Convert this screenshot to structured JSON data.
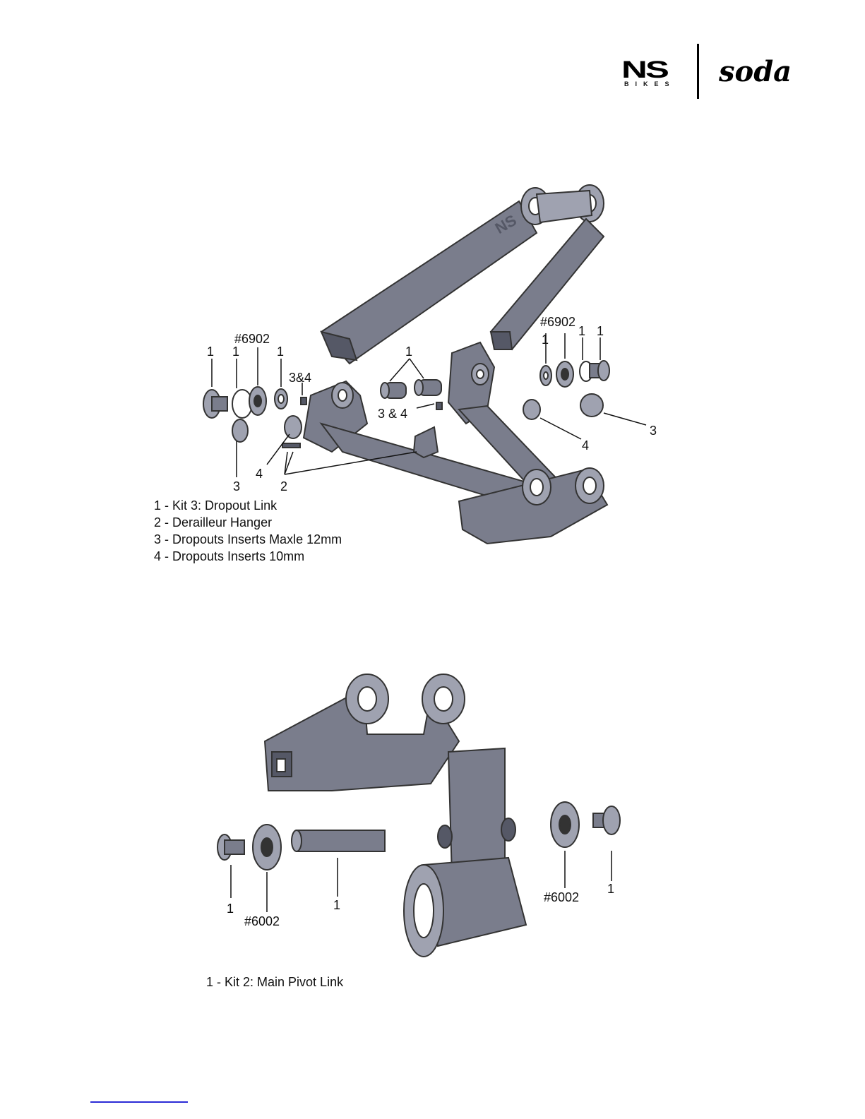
{
  "brand": {
    "ns_logo": "NS",
    "ns_sub": "BIKES",
    "soda_logo": "soda"
  },
  "figure1": {
    "callouts": {
      "c1": "1",
      "c2": "1",
      "c3": "#6902",
      "c4": "1",
      "c5": "3&4",
      "c6": "1",
      "c7": "3 & 4",
      "c8": "#6902",
      "c9": "1",
      "c10": "1",
      "c11": "1",
      "c12": "3",
      "c13": "4",
      "c14": "3",
      "c15": "4",
      "c16": "2"
    },
    "legend": [
      "1 - Kit 3: Dropout Link",
      "2 - Derailleur Hanger",
      "3 - Dropouts Inserts Maxle 12mm",
      "4 - Dropouts Inserts 10mm"
    ]
  },
  "figure2": {
    "callouts": {
      "d1": "1",
      "d2": "#6002",
      "d3": "1",
      "d4": "#6002",
      "d5": "1"
    },
    "legend": [
      "1 - Kit 2: Main Pivot Link"
    ]
  },
  "colors": {
    "part": "#7a7d8c",
    "part_dark": "#555866",
    "part_light": "#9fa2b0",
    "link_underline": "#2b2bd6"
  }
}
